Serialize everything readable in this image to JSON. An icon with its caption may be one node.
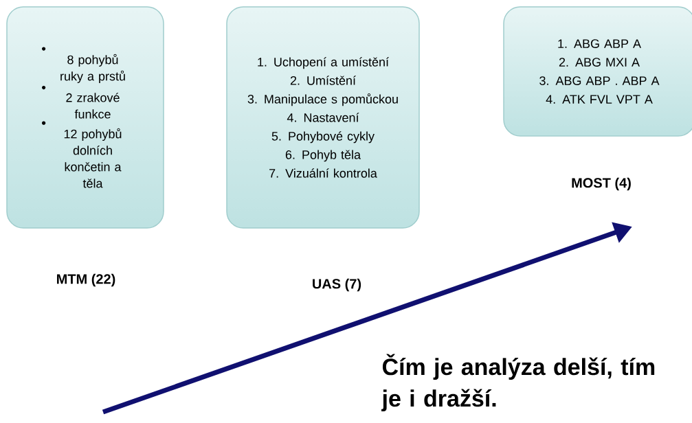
{
  "diagram": {
    "nodes": [
      {
        "text": [
          "8 pohybů ruky a prstů",
          "2 zrakové funkce",
          "12 pohybů dolních končetin a těla"
        ],
        "beside": [
          "MTM (22)"
        ]
      },
      {
        "text": [
          "1. Uchopení a umístění",
          "2. Umístění",
          "3. Manipulace s pomůckou",
          "4. Nastavení",
          "5. Pohybové cykly",
          "6. Pohyb těla",
          "7. Vizuální kontrola"
        ],
        "beside": [
          "UAS (7)"
        ]
      },
      {
        "text": [
          "1. ABG ABP A",
          "2. ABG MXI A",
          "3. ABG ABP . ABP A",
          "4. ATK FVL VPT A"
        ],
        "beside": [
          "MOST (4)"
        ]
      }
    ],
    "edges": [],
    "labels": [
      "Čím je analýza delší, tím je i dražší."
    ]
  }
}
